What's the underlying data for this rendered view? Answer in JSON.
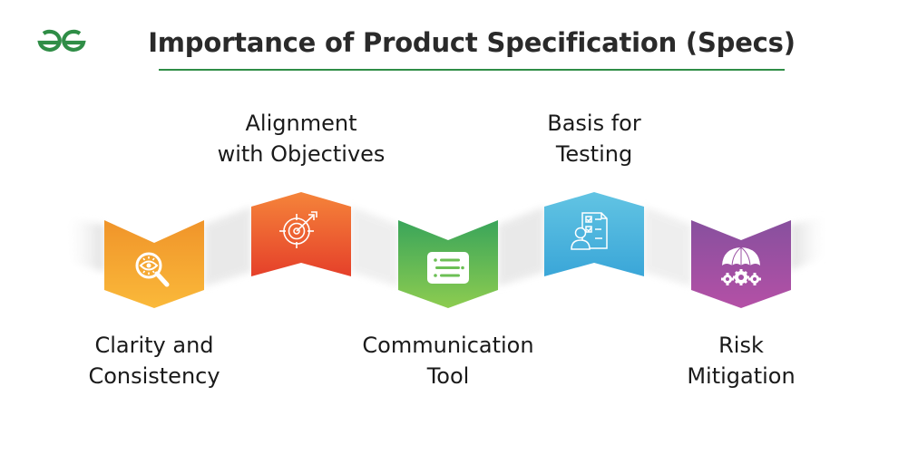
{
  "header": {
    "logo": "geeksforgeeks-logo",
    "title": "Importance of Product Specification (Specs)",
    "accent_color": "#2f8d46"
  },
  "items": [
    {
      "line1": "Clarity and",
      "line2": "Consistency",
      "icon": "magnifier-eye-icon",
      "position": "bottom",
      "color_top": "#f0962a",
      "color_bottom": "#f9b73a"
    },
    {
      "line1": "Alignment",
      "line2": "with Objectives",
      "icon": "target-arrow-icon",
      "position": "top",
      "color_top": "#f47a32",
      "color_bottom": "#e8472c"
    },
    {
      "line1": "Communication",
      "line2": "Tool",
      "icon": "list-document-icon",
      "position": "bottom",
      "color_top": "#3fa85a",
      "color_bottom": "#8ccc50"
    },
    {
      "line1": "Basis for",
      "line2": "Testing",
      "icon": "user-checklist-icon",
      "position": "top",
      "color_top": "#5cc0e2",
      "color_bottom": "#3ba7d9"
    },
    {
      "line1": "Risk",
      "line2": "Mitigation",
      "icon": "umbrella-gears-icon",
      "position": "bottom",
      "color_top": "#8a4f9e",
      "color_bottom": "#b34fa8"
    }
  ]
}
